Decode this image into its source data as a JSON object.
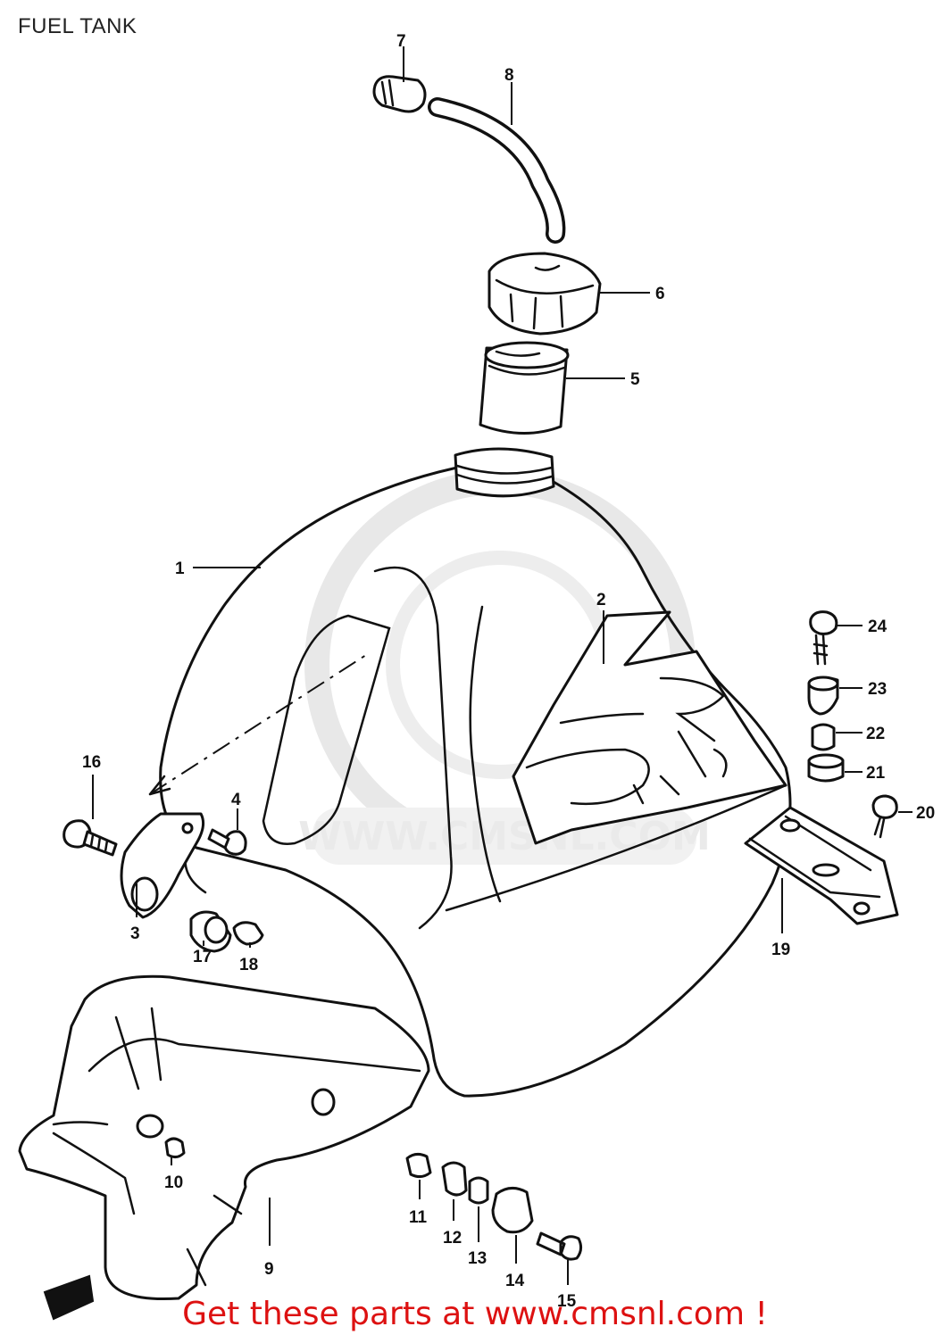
{
  "page": {
    "title": "FUEL TANK",
    "footer": "Get these parts at www.cmsnl.com !",
    "watermark": "WWW.CMSNL.COM",
    "footer_color": "#dd1111"
  },
  "diagram": {
    "callouts": [
      {
        "id": "1",
        "label": "1"
      },
      {
        "id": "2",
        "label": "2"
      },
      {
        "id": "3",
        "label": "3"
      },
      {
        "id": "4",
        "label": "4"
      },
      {
        "id": "5",
        "label": "5"
      },
      {
        "id": "6",
        "label": "6"
      },
      {
        "id": "7",
        "label": "7"
      },
      {
        "id": "8",
        "label": "8"
      },
      {
        "id": "9",
        "label": "9"
      },
      {
        "id": "10",
        "label": "10"
      },
      {
        "id": "11",
        "label": "11"
      },
      {
        "id": "12",
        "label": "12"
      },
      {
        "id": "13",
        "label": "13"
      },
      {
        "id": "14",
        "label": "14"
      },
      {
        "id": "15",
        "label": "15"
      },
      {
        "id": "16",
        "label": "16"
      },
      {
        "id": "17",
        "label": "17"
      },
      {
        "id": "18",
        "label": "18"
      },
      {
        "id": "19",
        "label": "19"
      },
      {
        "id": "20",
        "label": "20"
      },
      {
        "id": "21",
        "label": "21"
      },
      {
        "id": "22",
        "label": "22"
      },
      {
        "id": "23",
        "label": "23"
      },
      {
        "id": "24",
        "label": "24"
      }
    ]
  }
}
